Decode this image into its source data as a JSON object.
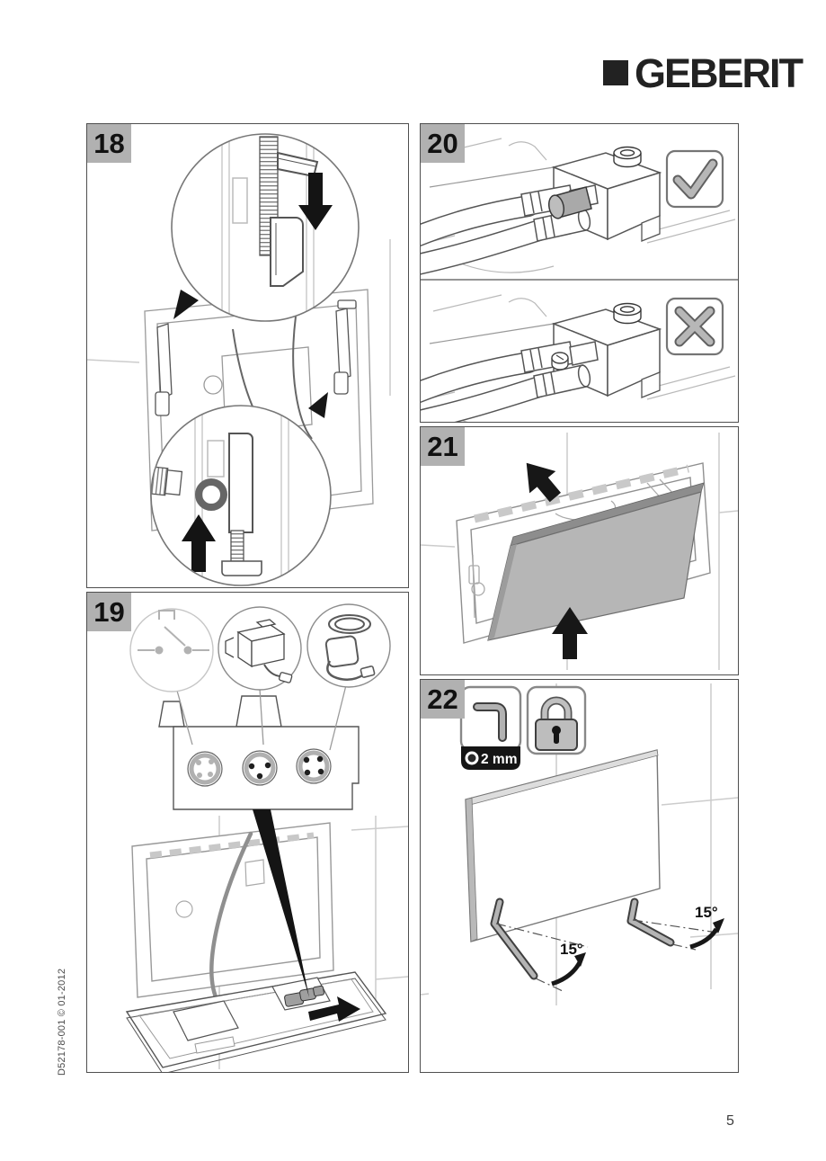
{
  "brand": {
    "name": "GEBERIT"
  },
  "page": {
    "number": "5",
    "doc_code": "D52178-001 © 01-2012"
  },
  "steps": [
    {
      "number": "18"
    },
    {
      "number": "19"
    },
    {
      "number": "20"
    },
    {
      "number": "21"
    },
    {
      "number": "22"
    }
  ],
  "labels": {
    "tool_size": "2 mm",
    "angle_left": "15°",
    "angle_right": "15°"
  },
  "icons": {
    "correct": "check-icon",
    "incorrect": "cross-icon",
    "tool": "allen-key-icon",
    "lock": "padlock-icon"
  },
  "colors": {
    "step_label_bg": "#b1b1b1",
    "line_dark": "#555555",
    "tile_line": "#cccccc",
    "arrow_black": "#171717",
    "plate_gray": "#b6b6b6"
  }
}
